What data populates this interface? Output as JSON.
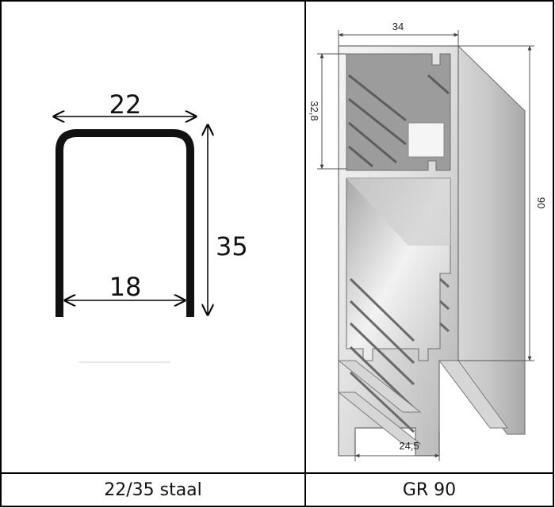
{
  "left_cell": {
    "caption": "22/35 staal",
    "dims": {
      "top_width": "22",
      "inner_width": "18",
      "height": "35"
    }
  },
  "right_cell": {
    "caption": "GR 90",
    "dims": {
      "top_width": "34",
      "upper_chamber": "32,8",
      "total_height": "90",
      "bottom_width": "24,5"
    }
  },
  "colors": {
    "profile_black": "#111111",
    "aluminium_light": "#e6e6e6",
    "aluminium_mid": "#bdbdbd",
    "aluminium_dark": "#8a8a8a",
    "border": "#000000"
  }
}
